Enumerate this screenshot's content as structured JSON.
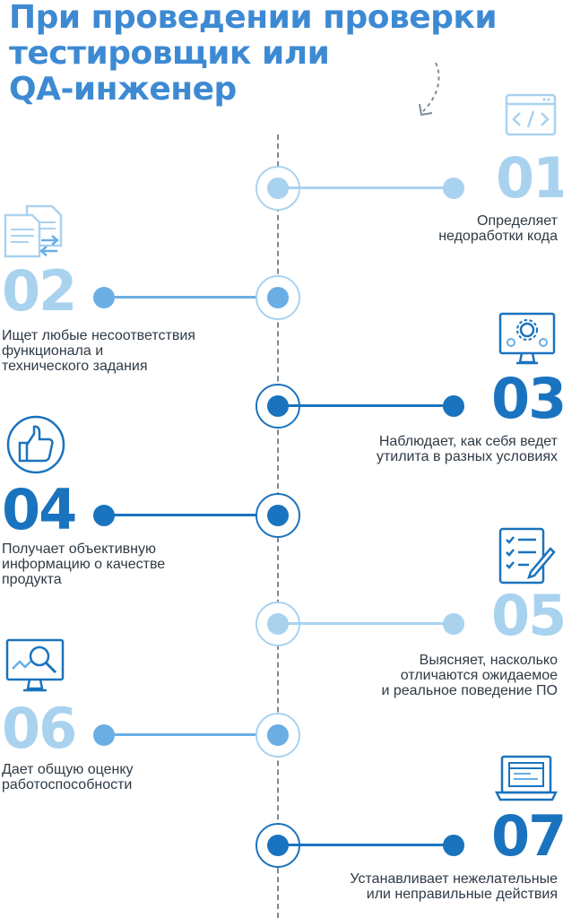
{
  "title": {
    "lines": [
      "При проведении проверки",
      "тестировщик или",
      "QA-инженер"
    ]
  },
  "colors": {
    "light": "#a9d2ef",
    "mid": "#6aaee4",
    "dark": "#1a73be",
    "title": "#3d8ad3",
    "text": "#2f3a45",
    "axis": "#7d8a96"
  },
  "steps": [
    {
      "number": "01",
      "lines": [
        "Определяет",
        "недоработки кода"
      ],
      "icon": "code-window-icon",
      "side": "right",
      "shade": "light"
    },
    {
      "number": "02",
      "lines": [
        "Ищет любые несоответствия",
        "функционала и",
        "технического задания"
      ],
      "icon": "documents-compare-icon",
      "side": "left",
      "shade": "light"
    },
    {
      "number": "03",
      "lines": [
        "Наблюдает, как себя ведет",
        "утилита в разных условиях"
      ],
      "icon": "monitor-gears-icon",
      "side": "right",
      "shade": "dark"
    },
    {
      "number": "04",
      "lines": [
        "Получает объективную",
        "информацию о качестве",
        "продукта"
      ],
      "icon": "thumbs-up-icon",
      "side": "left",
      "shade": "dark"
    },
    {
      "number": "05",
      "lines": [
        "Выясняет, насколько",
        "отличаются ожидаемое",
        "и реальное поведение ПО"
      ],
      "icon": "checklist-pen-icon",
      "side": "right",
      "shade": "light"
    },
    {
      "number": "06",
      "lines": [
        "Дает общую оценку",
        "работоспособности"
      ],
      "icon": "monitor-magnifier-icon",
      "side": "left",
      "shade": "light"
    },
    {
      "number": "07",
      "lines": [
        "Устанавливает нежелательные",
        "или неправильные действия"
      ],
      "icon": "laptop-window-icon",
      "side": "right",
      "shade": "dark"
    }
  ]
}
